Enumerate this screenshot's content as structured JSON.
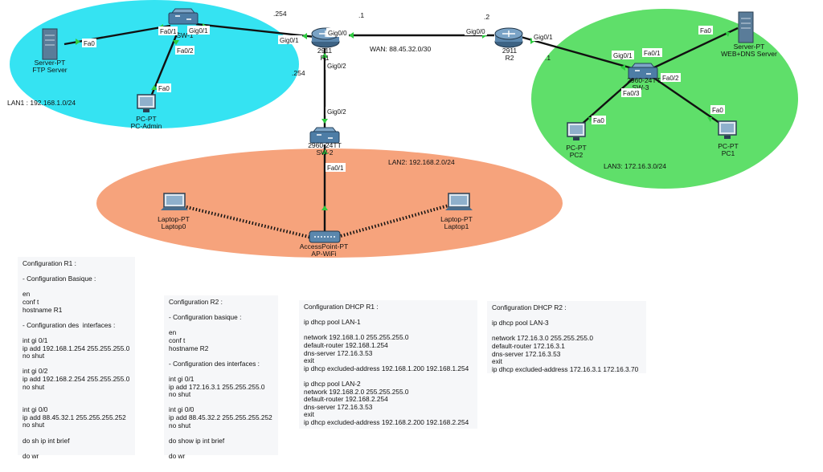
{
  "topology": {
    "zone_labels": {
      "lan1": "LAN1 : 192.168.1.0/24",
      "lan2": "LAN2: 192.168.2.0/24",
      "lan3": "LAN3: 172.16.3.0/24",
      "wan": "WAN: 88.45.32.0/30"
    },
    "devices": {
      "ftp_server": {
        "type": "Server-PT",
        "name": "FTP Server"
      },
      "pc_admin": {
        "type": "PC-PT",
        "name": "PC-Admin"
      },
      "sw1": {
        "type": "",
        "name": "SW-1"
      },
      "r1": {
        "type": "2911",
        "name": "R1"
      },
      "r2": {
        "type": "2911",
        "name": "R2"
      },
      "sw2": {
        "type": "2960-24TT",
        "name": "SW-2"
      },
      "ap": {
        "type": "AccessPoint-PT",
        "name": "AP-WiFi"
      },
      "laptop0": {
        "type": "Laptop-PT",
        "name": "Laptop0"
      },
      "laptop1": {
        "type": "Laptop-PT",
        "name": "Laptop1"
      },
      "sw3": {
        "type": "2960-24TT",
        "name": "SW-3"
      },
      "web_server": {
        "type": "Server-PT",
        "name": "WEB+DNS Server"
      },
      "pc2": {
        "type": "PC-PT",
        "name": "PC2"
      },
      "pc1": {
        "type": "PC-PT",
        "name": "PC1"
      }
    },
    "port_labels": {
      "ftp_fa0": "Fa0",
      "sw1_fa01": "Fa0/1",
      "sw1_gig01": "Gig0/1",
      "sw1_fa02": "Fa0/2",
      "pcadmin_fa0": "Fa0",
      "r1_gig01": "Gig0/1",
      "r1_gig00": "Gig0/0",
      "r1_gig02": "Gig0/2",
      "sw2_gig02": "Gig0/2",
      "sw2_fa01": "Fa0/1",
      "r2_gig00": "Gig0/0",
      "r2_gig01": "Gig0/1",
      "sw3_gig01": "Gig0/1",
      "sw3_fa01": "Fa0/1",
      "sw3_fa02": "Fa0/2",
      "sw3_fa03": "Fa0/3",
      "web_fa0": "Fa0",
      "pc2_fa0": "Fa0",
      "pc1_fa0": "Fa0"
    },
    "ip_labels": {
      "r1_lan1": ".254",
      "r1_wan": ".1",
      "r2_wan": ".2",
      "r1_lan2": ".254",
      "r2_lan3": ".1"
    }
  },
  "configs": {
    "r1": {
      "lines": [
        "Configuration R1 :",
        "",
        "- Configuration Basique :",
        "",
        "en",
        "conf t",
        "hostname R1",
        "",
        "- Configuration des  interfaces :",
        "",
        "int gi 0/1",
        "ip add 192.168.1.254 255.255.255.0",
        "no shut",
        "",
        "int gi 0/2",
        "ip add 192.168.2.254 255.255.255.0",
        "no shut",
        "",
        "",
        "int gi 0/0",
        "ip add 88.45.32.1 255.255.255.252",
        "no shut",
        "",
        "do sh ip int brief",
        "",
        "do wr"
      ]
    },
    "r2": {
      "lines": [
        "Configuration R2 :",
        "",
        "- Configuration basique :",
        "",
        "en",
        "conf t",
        "hostname R2",
        "",
        "- Configuration des interfaces :",
        "",
        "int gi 0/1",
        "ip add 172.16.3.1 255.255.255.0",
        "no shut",
        "",
        "int gi 0/0",
        "ip add 88.45.32.2 255.255.255.252",
        "no shut",
        "",
        "do show ip int brief",
        "",
        "do wr"
      ]
    },
    "dhcp_r1": {
      "lines": [
        "Configuration DHCP R1 :",
        "",
        "ip dhcp pool LAN-1",
        "",
        "network 192.168.1.0 255.255.255.0",
        "default-router 192.168.1.254",
        "dns-server 172.16.3.53",
        "exit",
        "ip dhcp excluded-address 192.168.1.200 192.168.1.254",
        "",
        "ip dhcp pool LAN-2",
        "network 192.168.2.0 255.255.255.0",
        "default-router 192.168.2.254",
        "dns-server 172.16.3.53",
        "exit",
        "ip dhcp excluded-address 192.168.2.200 192.168.2.254"
      ]
    },
    "dhcp_r2": {
      "lines": [
        "Configuration DHCP R2 :",
        "",
        "ip dhcp pool LAN-3",
        "",
        "network 172.16.3.0 255.255.255.0",
        "default-router 172.16.3.1",
        "dns-server 172.16.3.53",
        "exit",
        "ip dhcp excluded-address 172.16.3.1 172.16.3.70"
      ]
    }
  },
  "colors": {
    "lan1": "#35e3f2",
    "lan2": "#f6a37c",
    "lan3": "#5fdf6a",
    "link": "#111111",
    "port_up": "#2ecc40",
    "device_blue": "#4a6d8c"
  }
}
